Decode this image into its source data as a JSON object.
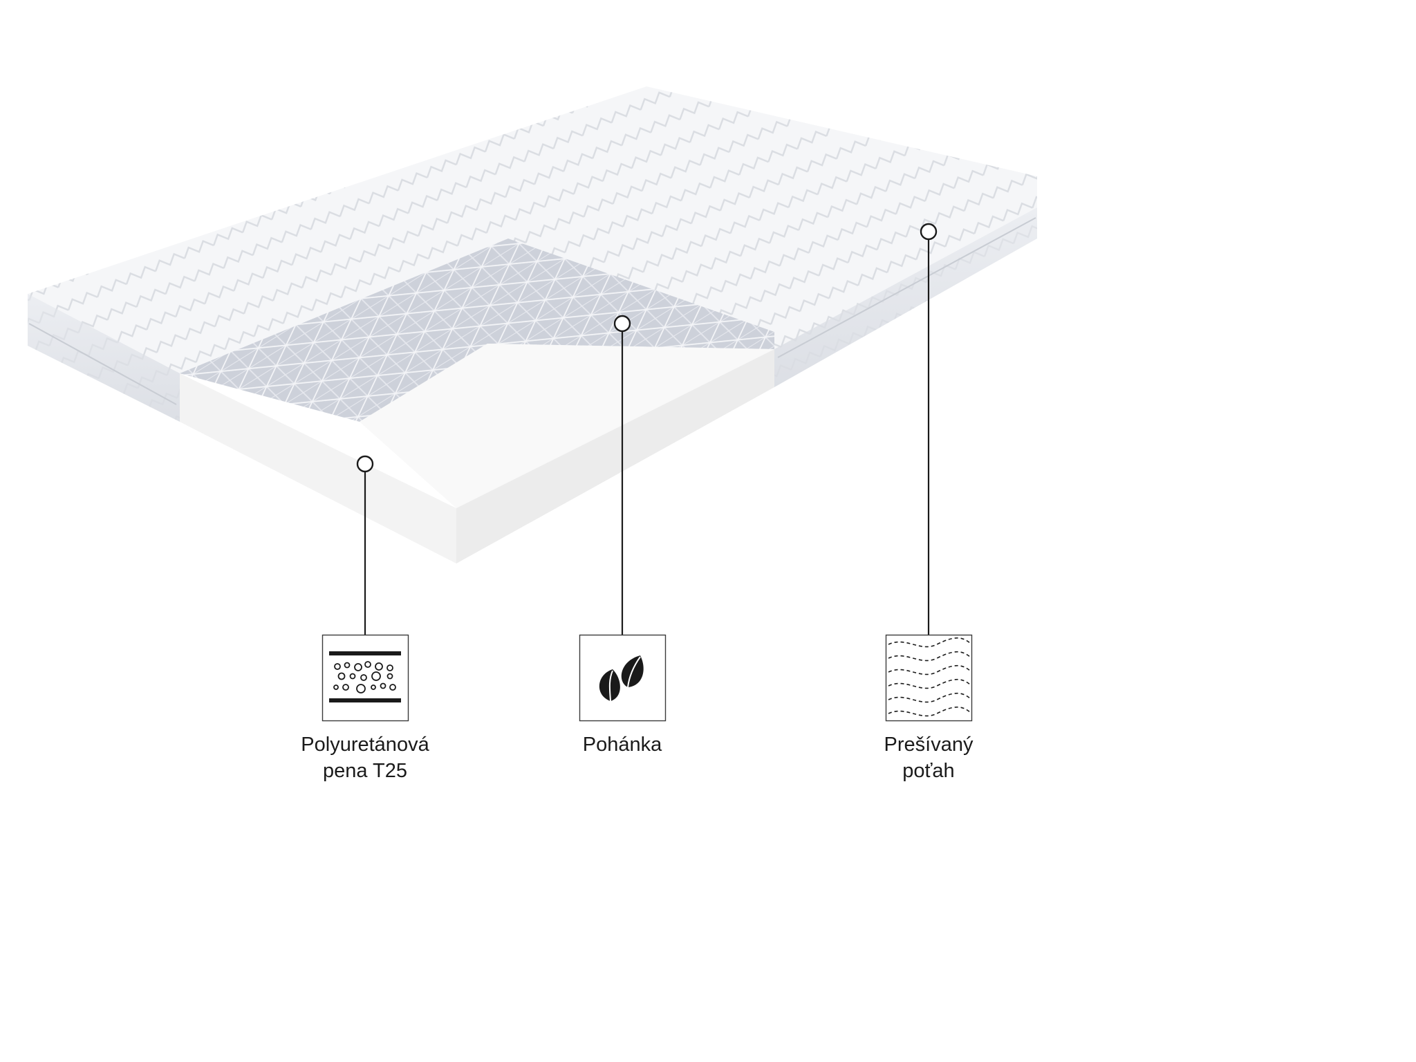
{
  "callouts": [
    {
      "id": "foam",
      "icon": "foam-bubbles-icon",
      "label_lines": [
        "Polyuretánová",
        "pena T25"
      ]
    },
    {
      "id": "buck",
      "icon": "leaves-icon",
      "label_lines": [
        "Pohánka"
      ]
    },
    {
      "id": "cover",
      "icon": "quilted-wave-icon",
      "label_lines": [
        "Prešívaný",
        "poťah"
      ]
    }
  ],
  "colors": {
    "line": "#1a1a1a",
    "cover": "#f4f5f7",
    "cover_shade": "#e3e5ea",
    "buckwheat": "#c9cdd6",
    "foam": "#f7f7f7"
  }
}
